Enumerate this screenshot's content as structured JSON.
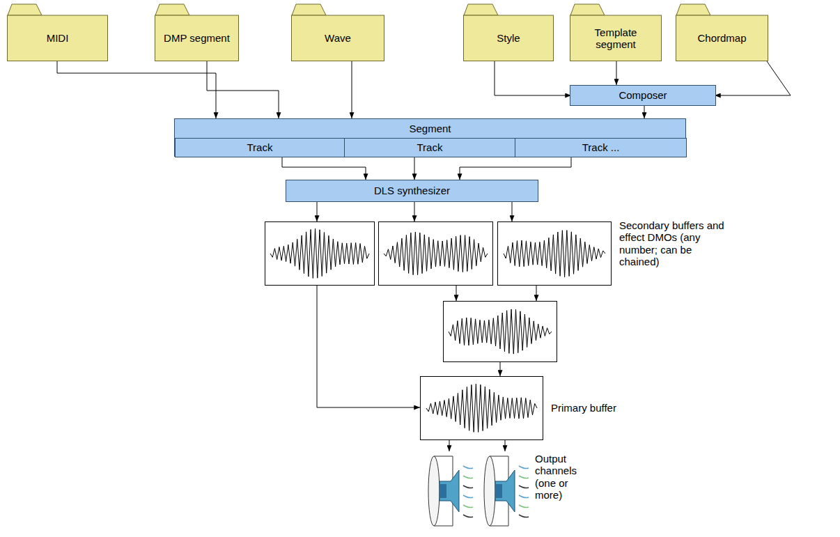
{
  "diagram": {
    "nodes": [
      {
        "text": [
          "MIDI"
        ]
      },
      {
        "text": [
          "DMP segment"
        ]
      },
      {
        "text": [
          "Wave"
        ]
      },
      {
        "text": [
          "Style"
        ]
      },
      {
        "text": [
          "Template segment"
        ]
      },
      {
        "text": [
          "Chordmap"
        ]
      },
      {
        "text": [
          "Composer"
        ]
      },
      {
        "text": [
          "Segment"
        ]
      },
      {
        "text": [
          "Track"
        ],
        "in": 7
      },
      {
        "text": [
          "Track"
        ],
        "in": 7
      },
      {
        "text": [
          "Track ..."
        ],
        "in": 7
      },
      {
        "text": [
          "DLS synthesizer"
        ]
      },
      {
        "text": [
          "Secondary buffers and effect DMOs (any number; can be chained)"
        ]
      },
      {
        "text": [
          "Primary buffer"
        ]
      }
    ],
    "edges": [
      {
        "from": 0,
        "to": 7,
        "arrow": "to"
      },
      {
        "from": 1,
        "to": 7,
        "arrow": "to"
      },
      {
        "from": 2,
        "to": 7,
        "arrow": "to"
      },
      {
        "from": 3,
        "to": 6,
        "arrow": "to"
      },
      {
        "from": 4,
        "to": 6,
        "arrow": "to"
      },
      {
        "from": 5,
        "to": 6,
        "arrow": "to"
      },
      {
        "from": 6,
        "to": 7,
        "arrow": "to"
      },
      {
        "from": 8,
        "to": 11,
        "arrow": "to"
      },
      {
        "from": 9,
        "to": 11,
        "arrow": "to"
      },
      {
        "from": 10,
        "to": 11,
        "arrow": "to"
      },
      {
        "from": 11,
        "to": 12,
        "arrow": "to"
      }
    ],
    "labels": [
      "Output channels (one or more)"
    ]
  }
}
